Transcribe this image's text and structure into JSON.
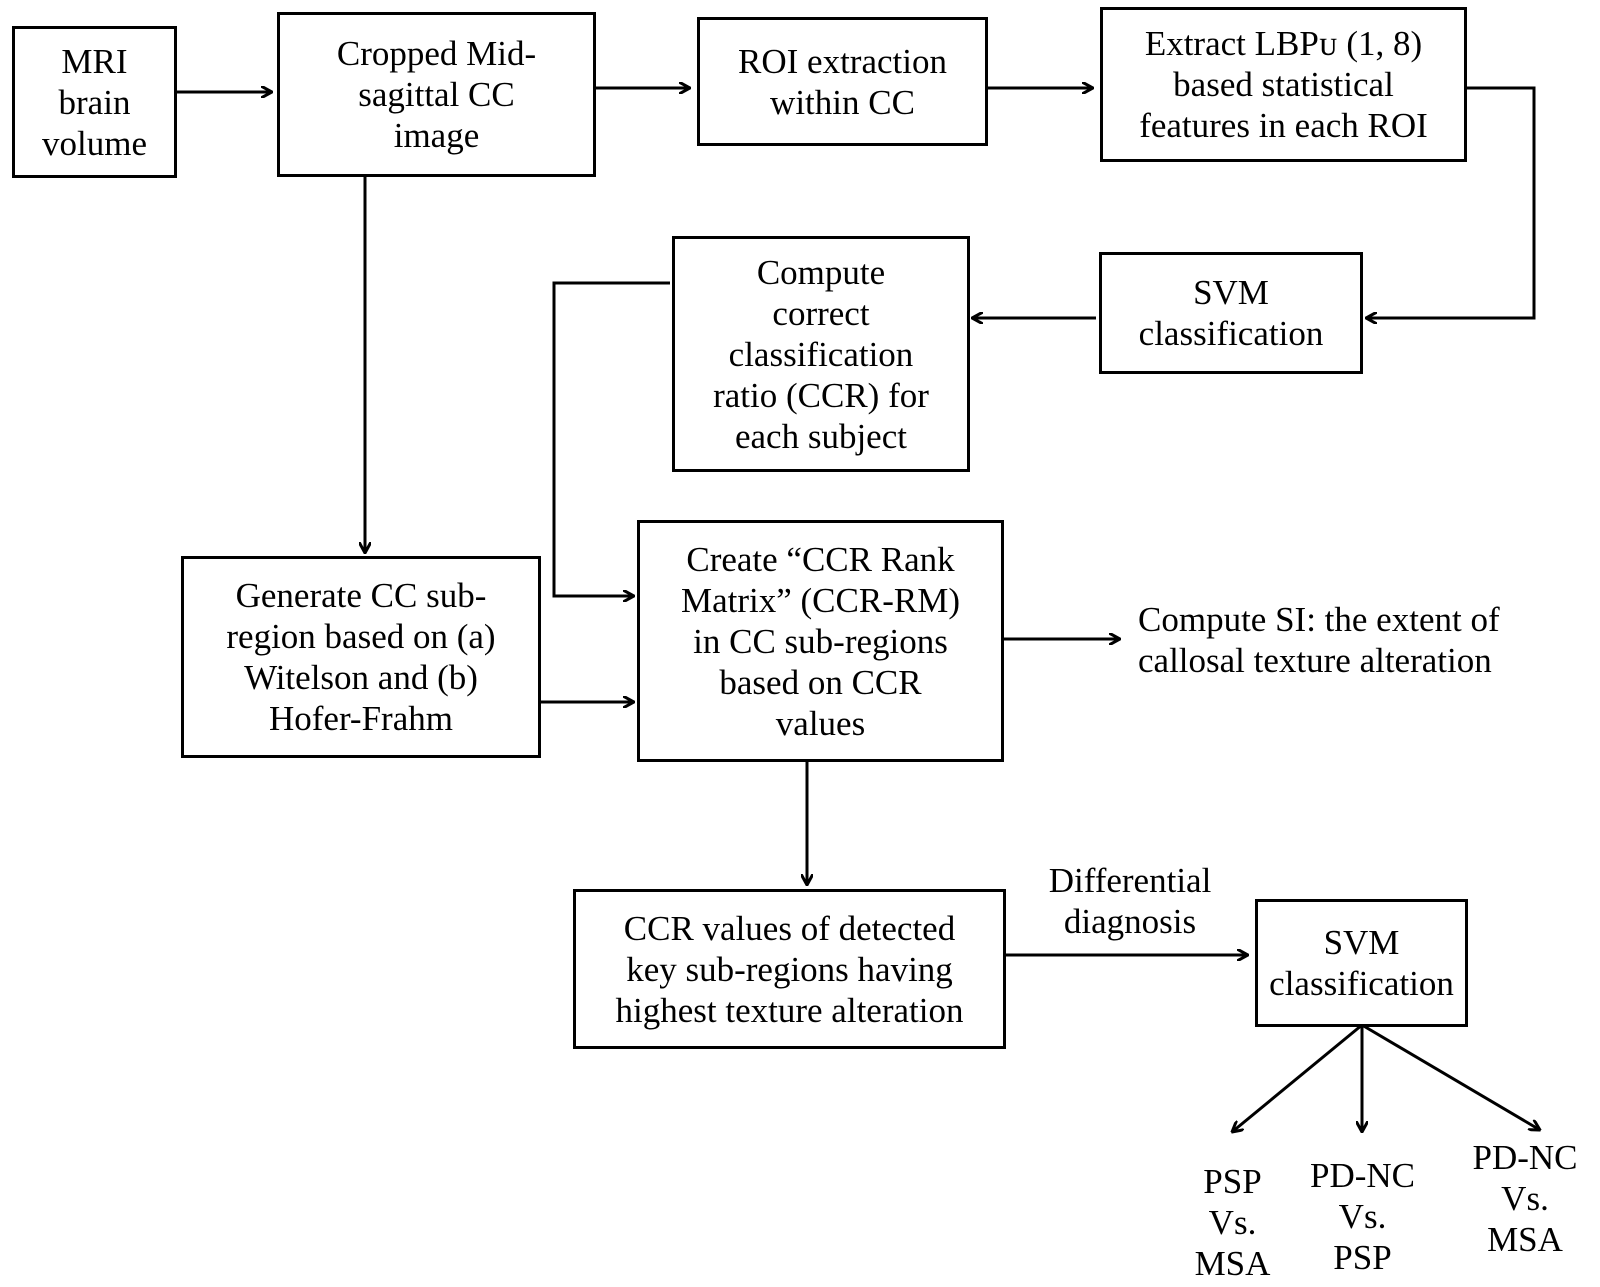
{
  "nodes": {
    "mri": {
      "text": "MRI\nbrain\nvolume"
    },
    "cropped": {
      "text": "Cropped Mid-\nsagittal CC\nimage"
    },
    "roi": {
      "text": "ROI extraction\nwithin CC"
    },
    "extract": {
      "text": "Extract LBPᴜ (1, 8)\nbased statistical\nfeatures in each ROI"
    },
    "svm1": {
      "text": "SVM\nclassification"
    },
    "ccr": {
      "text": "Compute\ncorrect\nclassification\nratio (CCR) for\neach subject"
    },
    "generate": {
      "text": "Generate CC sub-\nregion based on (a)\nWitelson and (b)\nHofer-Frahm"
    },
    "rank": {
      "text": "Create “CCR Rank\nMatrix” (CCR-RM)\nin CC sub-regions\nbased on CCR\nvalues"
    },
    "si": {
      "text": "Compute SI: the extent of\ncallosal texture alteration"
    },
    "keyvals": {
      "text": "CCR values of detected\nkey sub-regions having\nhighest texture alteration"
    },
    "svm2": {
      "text": "SVM\nclassification"
    },
    "out1": {
      "text": "PSP\nVs.\nMSA"
    },
    "out2": {
      "text": "PD-NC\nVs.\nPSP"
    },
    "out3": {
      "text": "PD-NC\nVs.\nMSA"
    }
  },
  "edges": {
    "differential": {
      "text": "Differential\ndiagnosis"
    }
  },
  "colors": {
    "stroke": "#000000",
    "background": "#ffffff"
  }
}
